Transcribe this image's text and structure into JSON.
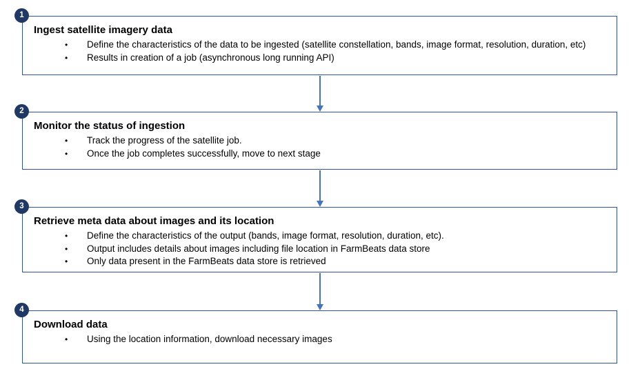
{
  "steps": [
    {
      "number": "1",
      "title": "Ingest satellite imagery data",
      "bullet_char": "•",
      "bullets": [
        "Define the characteristics of the data to be ingested (satellite constellation, bands, image format, resolution, duration, etc)",
        "Results in creation of a job (asynchronous long running API)"
      ]
    },
    {
      "number": "2",
      "title": "Monitor the status of ingestion",
      "bullet_char": "•",
      "bullets": [
        "Track the progress of the satellite job.",
        "Once the job completes successfully, move to next stage"
      ]
    },
    {
      "number": "3",
      "title": "Retrieve meta data about images and its location",
      "bullet_char": "•",
      "bullets": [
        "Define the characteristics of the output (bands, image format, resolution, duration, etc).",
        "Output includes details about images including file location in FarmBeats data store",
        "Only data present in the FarmBeats data store is retrieved"
      ]
    },
    {
      "number": "4",
      "title": "Download data",
      "bullet_char": "•",
      "bullets": [
        "Using the location information, download necessary images"
      ]
    }
  ],
  "colors": {
    "badge_background": "#1F3864",
    "badge_text": "#FFFFFF",
    "box_border": "#2E5597",
    "arrow": "#4472C4",
    "body_text": "#000000",
    "background": "#FFFFFF"
  }
}
